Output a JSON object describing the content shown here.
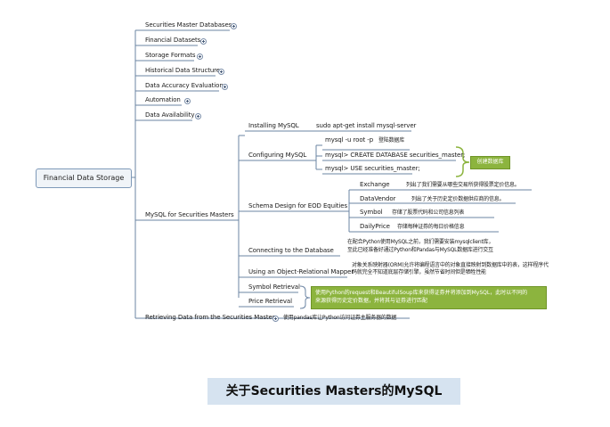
{
  "root": "Financial Data Storage",
  "top_branches": [
    "Securities Master Databases",
    "Financial Datasets",
    "Storage Formats",
    "Historical Data Structure",
    "Data Accuracy Evaluation",
    "Automation",
    "Data Availability"
  ],
  "mysql": {
    "label": "MySQL for Securities Masters",
    "installing": {
      "label": "Installing MySQL",
      "detail": "sudo apt-get install mysql-server"
    },
    "configuring": {
      "label": "Configuring MySQL",
      "commands": [
        {
          "cmd": "mysql -u root -p",
          "desc": "登陆数据库"
        },
        {
          "cmd": "mysql> CREATE DATABASE securities_master;",
          "desc": ""
        },
        {
          "cmd": "mysql> USE securities_master;",
          "desc": ""
        }
      ],
      "note": "创建数据库"
    },
    "schema": {
      "label": "Schema Design for EOD Equities",
      "tables": [
        {
          "name": "Exchange",
          "desc": "列出了我们需要从哪些交易所获得股票定价信息。"
        },
        {
          "name": "DataVendor",
          "desc": "列出了关于历史定价数据供应商的信息。"
        },
        {
          "name": "Symbol",
          "desc": "存储了股票代码和公司信息列表"
        },
        {
          "name": "DailyPrice",
          "desc": "存储每种证券的每日价格信息"
        }
      ]
    },
    "connecting": {
      "label": "Connecting to the Database",
      "detail_lines": [
        "在配合Python使用MySQL之前，我们需要安装mysqlclient库，",
        "至此已经准备好通过Python和Pandas与MySQL数据库进行交互"
      ]
    },
    "orm": {
      "label": "Using an Object-Relational Mapper",
      "detail_lines": [
        "对象关系映射器(ORM)允许将编程语言中的对象直接映射到数据库中的表，这样程序代",
        "码就完全不知道底层存储引擎，虽然节省时间但是牺牲性能"
      ]
    },
    "symbol_retrieval": "Symbol Retrieval",
    "price_retrieval": "Price Retrieval",
    "retrieval_note_lines": [
      "使用Python的request和BeautifulSoup库来获得证券并将添加到MySQL，此时以不同的",
      "来源获得历史定价数据，并将其与证券进行匹配"
    ]
  },
  "retrieving": {
    "label": "Retrieving Data from the Securities Master",
    "detail": "使用pandas库让Python访问证券主服务器的数据"
  },
  "caption": "关于Securities Masters的MySQL"
}
